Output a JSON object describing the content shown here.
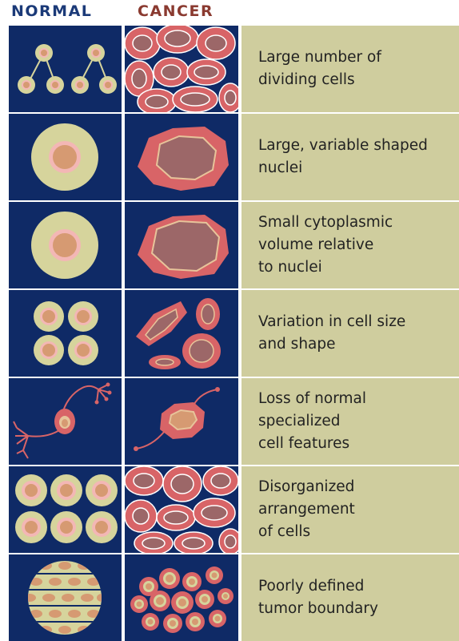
{
  "headers": {
    "normal": "NORMAL",
    "cancer": "CANCER"
  },
  "rows": [
    {
      "description": "Large number of\ndividing cells"
    },
    {
      "description": "Large, variable shaped\nnuclei"
    },
    {
      "description": "Small cytoplasmic\nvolume relative\nto nuclei"
    },
    {
      "description": "Variation in cell size\nand shape"
    },
    {
      "description": "Loss of normal\nspecialized\ncell features"
    },
    {
      "description": "Disorganized\narrangement\nof cells"
    },
    {
      "description": "Poorly defined\ntumor boundary"
    }
  ],
  "colors": {
    "panel_background": "#0f2a66",
    "description_background": "#cfcd9e",
    "normal_cytoplasm": "#d6d49c",
    "normal_membrane_ring": "#f3b7b5",
    "normal_nucleus": "#d69a72",
    "cancer_cytoplasm": "#d86467",
    "cancer_nucleus": "#9c6768",
    "cancer_nucleus_outline": "#e7c49a",
    "header_normal": "#1b3a78",
    "header_cancer": "#8a3a30"
  }
}
